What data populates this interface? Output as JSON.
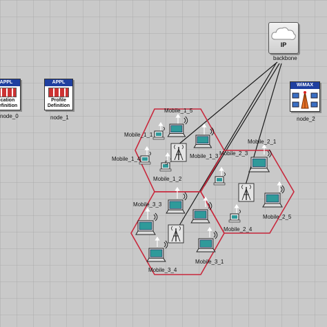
{
  "nodes": {
    "node_0": {
      "header": "APPL",
      "text_lines": [
        "lication",
        "Definition"
      ],
      "label": "node_0"
    },
    "node_1": {
      "header": "APPL",
      "text_lines": [
        "Profile",
        "Definition"
      ],
      "label": "node_1"
    },
    "node_2": {
      "header": "WiMAX",
      "label": "node_2"
    },
    "backbone": {
      "header": "IP",
      "label": "backbone"
    }
  },
  "mobiles": {
    "m_1_1": "Mobile_1_1",
    "m_1_2": "Mobile_1_2",
    "m_1_3": "Mobile_1_3",
    "m_1_4": "Mobile_1_4",
    "m_1_5": "Mobile_1_5",
    "m_1_5b": "5",
    "m_2_1": "Mobile_2_1",
    "m_2_3": "Mobile_2_3",
    "m_2_4": "Mobile_2_4",
    "m_2_5": "Mobile_2_5",
    "m_3_1": "Mobile_3_1",
    "m_3_3": "Mobile_3_3",
    "m_3_4": "Mobile_3_4"
  },
  "colors": {
    "canvas": "#c9c9c9",
    "cell_border": "#c8283c",
    "link": "#1a1a1a",
    "appl_header": "#1f3fa0",
    "laptop_screen": "#2f9a9a"
  }
}
